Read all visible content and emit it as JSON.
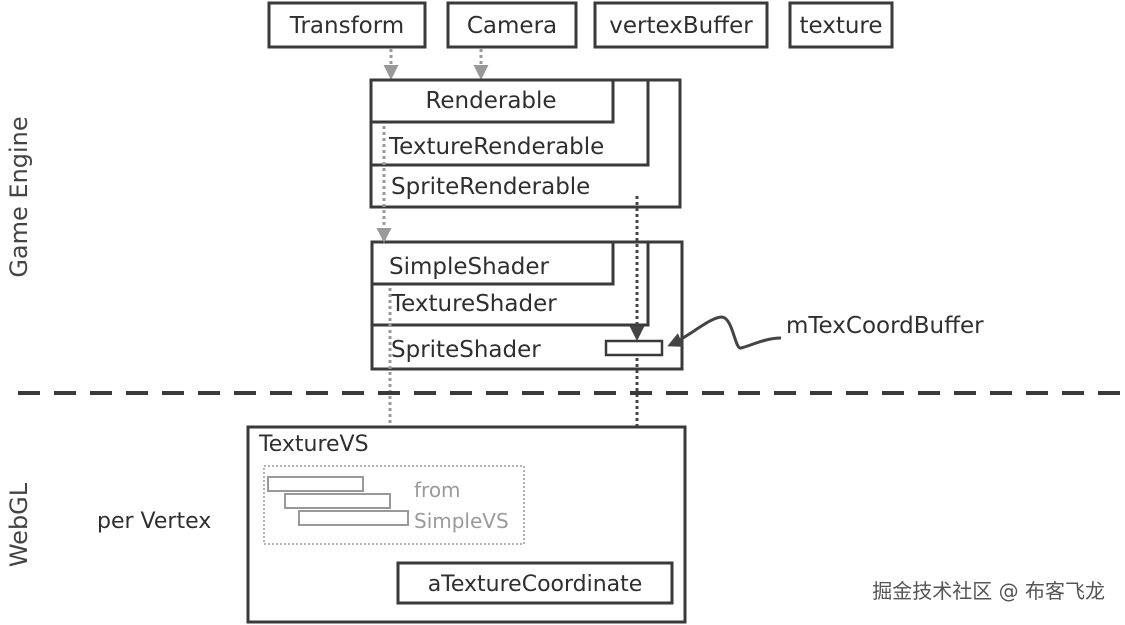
{
  "inputs": {
    "transform": "Transform",
    "camera": "Camera",
    "vertex_buffer": "vertexBuffer",
    "texture": "texture"
  },
  "renderables": {
    "renderable": "Renderable",
    "texture_renderable": "TextureRenderable",
    "sprite_renderable": "SpriteRenderable"
  },
  "shaders": {
    "simple_shader": "SimpleShader",
    "texture_shader": "TextureShader",
    "sprite_shader": "SpriteShader",
    "tex_coord_buffer": "mTexCoordBuffer"
  },
  "sections": {
    "game_engine": "Game Engine",
    "webgl": "WebGL",
    "per_vertex": "per Vertex"
  },
  "webgl": {
    "texture_vs": "TextureVS",
    "from": "from",
    "simple_vs": "SimpleVS",
    "a_texture_coordinate": "aTextureCoordinate"
  },
  "watermark": "掘金技术社区 @ 布客飞龙",
  "colors": {
    "stroke": "#3a3a3a",
    "gray_arrow": "#999999",
    "dark_arrow": "#444444"
  }
}
